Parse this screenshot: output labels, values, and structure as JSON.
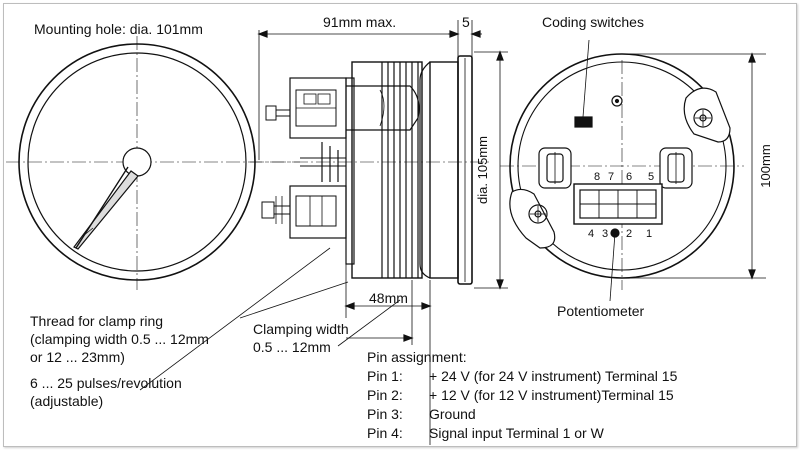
{
  "labels": {
    "mounting_hole": "Mounting hole: dia. 101mm",
    "depth_max": "91mm max.",
    "flange": "5",
    "coding_switches": "Coding switches",
    "dia_105": "dia. 105mm",
    "height_100": "100mm",
    "depth_48": "48mm",
    "potentiometer": "Potentiometer",
    "thread_line1": "Thread for clamp ring",
    "thread_line2": "(clamping width 0.5 ... 12mm",
    "thread_line3": "or 12 ... 23mm)",
    "pulses_line1": "6 ... 25 pulses/revolution",
    "pulses_line2": "(adjustable)",
    "clamping_line1": "Clamping width",
    "clamping_line2": "0.5 ... 12mm"
  },
  "terminals": {
    "top": [
      "8",
      "7",
      "6",
      "5"
    ],
    "bottom": [
      "4",
      "3",
      "2",
      "1"
    ]
  },
  "pin_assignment": {
    "title": "Pin assignment:",
    "pins": [
      {
        "pin": "Pin 1:",
        "desc": "+ 24 V (for 24 V instrument) Terminal 15"
      },
      {
        "pin": "Pin 2:",
        "desc": "+ 12 V (for 12 V instrument)Terminal 15"
      },
      {
        "pin": "Pin 3:",
        "desc": "Ground"
      },
      {
        "pin": "Pin 4:",
        "desc": "Signal input Terminal 1 or W"
      }
    ]
  }
}
